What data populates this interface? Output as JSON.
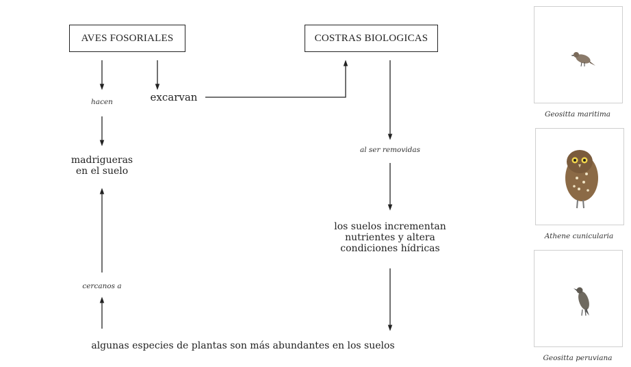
{
  "nodes": {
    "aves": "AVES FOSORIALES",
    "costras": "COSTRAS BIOLOGICAS",
    "madrigueras_line1": "madrigueras",
    "madrigueras_line2": "en el suelo",
    "suelos_line1": "los suelos incrementan",
    "suelos_line2": "nutrientes y altera",
    "suelos_line3": "condiciones hídricas",
    "plantas": "algunas especies de plantas son más abundantes en los suelos"
  },
  "edges": {
    "hacen": "hacen",
    "excarvan": "excarvan",
    "al_ser_removidas": "al ser removidas",
    "cercanos_a": "cercanos a"
  },
  "species": [
    {
      "name": "Geositta maritima",
      "icon": "small-bird-photo"
    },
    {
      "name": "Athene cunicularia",
      "icon": "burrowing-owl-photo"
    },
    {
      "name": "Geositta peruviana",
      "icon": "small-bird-photo"
    }
  ],
  "colors": {
    "line": "#222222",
    "photo_border": "#cfcfcf"
  }
}
